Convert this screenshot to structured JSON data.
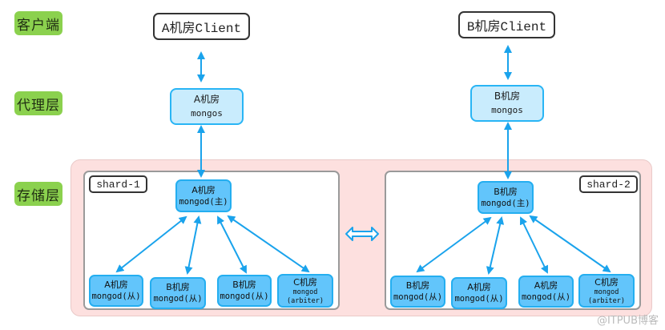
{
  "layers": [
    "客户端",
    "代理层",
    "存储层"
  ],
  "clients": [
    {
      "label": "A机房Client"
    },
    {
      "label": "B机房Client"
    }
  ],
  "proxies": [
    {
      "room": "A机房",
      "role": "mongos"
    },
    {
      "room": "B机房",
      "role": "mongos"
    }
  ],
  "shards": [
    {
      "label": "shard-1",
      "primary": {
        "room": "A机房",
        "role": "mongod(主)"
      },
      "members": [
        {
          "room": "A机房",
          "role": "mongod(从)"
        },
        {
          "room": "B机房",
          "role": "mongod(从)"
        },
        {
          "room": "B机房",
          "role": "mongod(从)"
        },
        {
          "room": "C机房",
          "role": "mongod",
          "sub": "(arbiter)"
        }
      ]
    },
    {
      "label": "shard-2",
      "primary": {
        "room": "B机房",
        "role": "mongod(主)"
      },
      "members": [
        {
          "room": "B机房",
          "role": "mongod(从)"
        },
        {
          "room": "A机房",
          "role": "mongod(从)"
        },
        {
          "room": "A机房",
          "role": "mongod(从)"
        },
        {
          "room": "C机房",
          "role": "mongod",
          "sub": "(arbiter)"
        }
      ]
    }
  ],
  "colors": {
    "layer_tag": "#8bd14e",
    "node": "#62c5fb",
    "proxy": "#c9ecfd",
    "arrow": "#1aa3ec",
    "storage_bg": "#fde0df"
  },
  "watermark": "@ITPUB博客"
}
